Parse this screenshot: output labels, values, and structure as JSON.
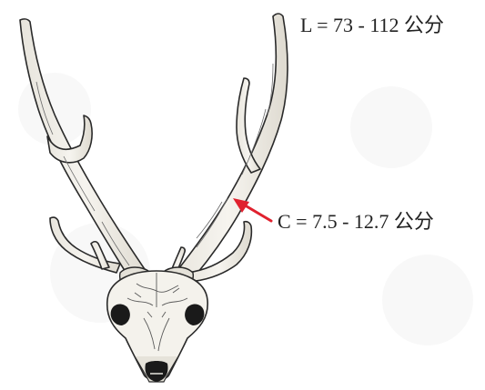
{
  "labels": {
    "length": "L = 73 - 112 公分",
    "circumference": "C = 7.5 - 12.7 公分"
  },
  "colors": {
    "pointer_arrow": "#e0212e",
    "antler_fill": "#f1efe9",
    "outline": "#2a2a2a",
    "background": "#ffffff"
  },
  "icons": {
    "illustration": "deer-skull-with-antlers",
    "pointer": "red-arrow"
  }
}
